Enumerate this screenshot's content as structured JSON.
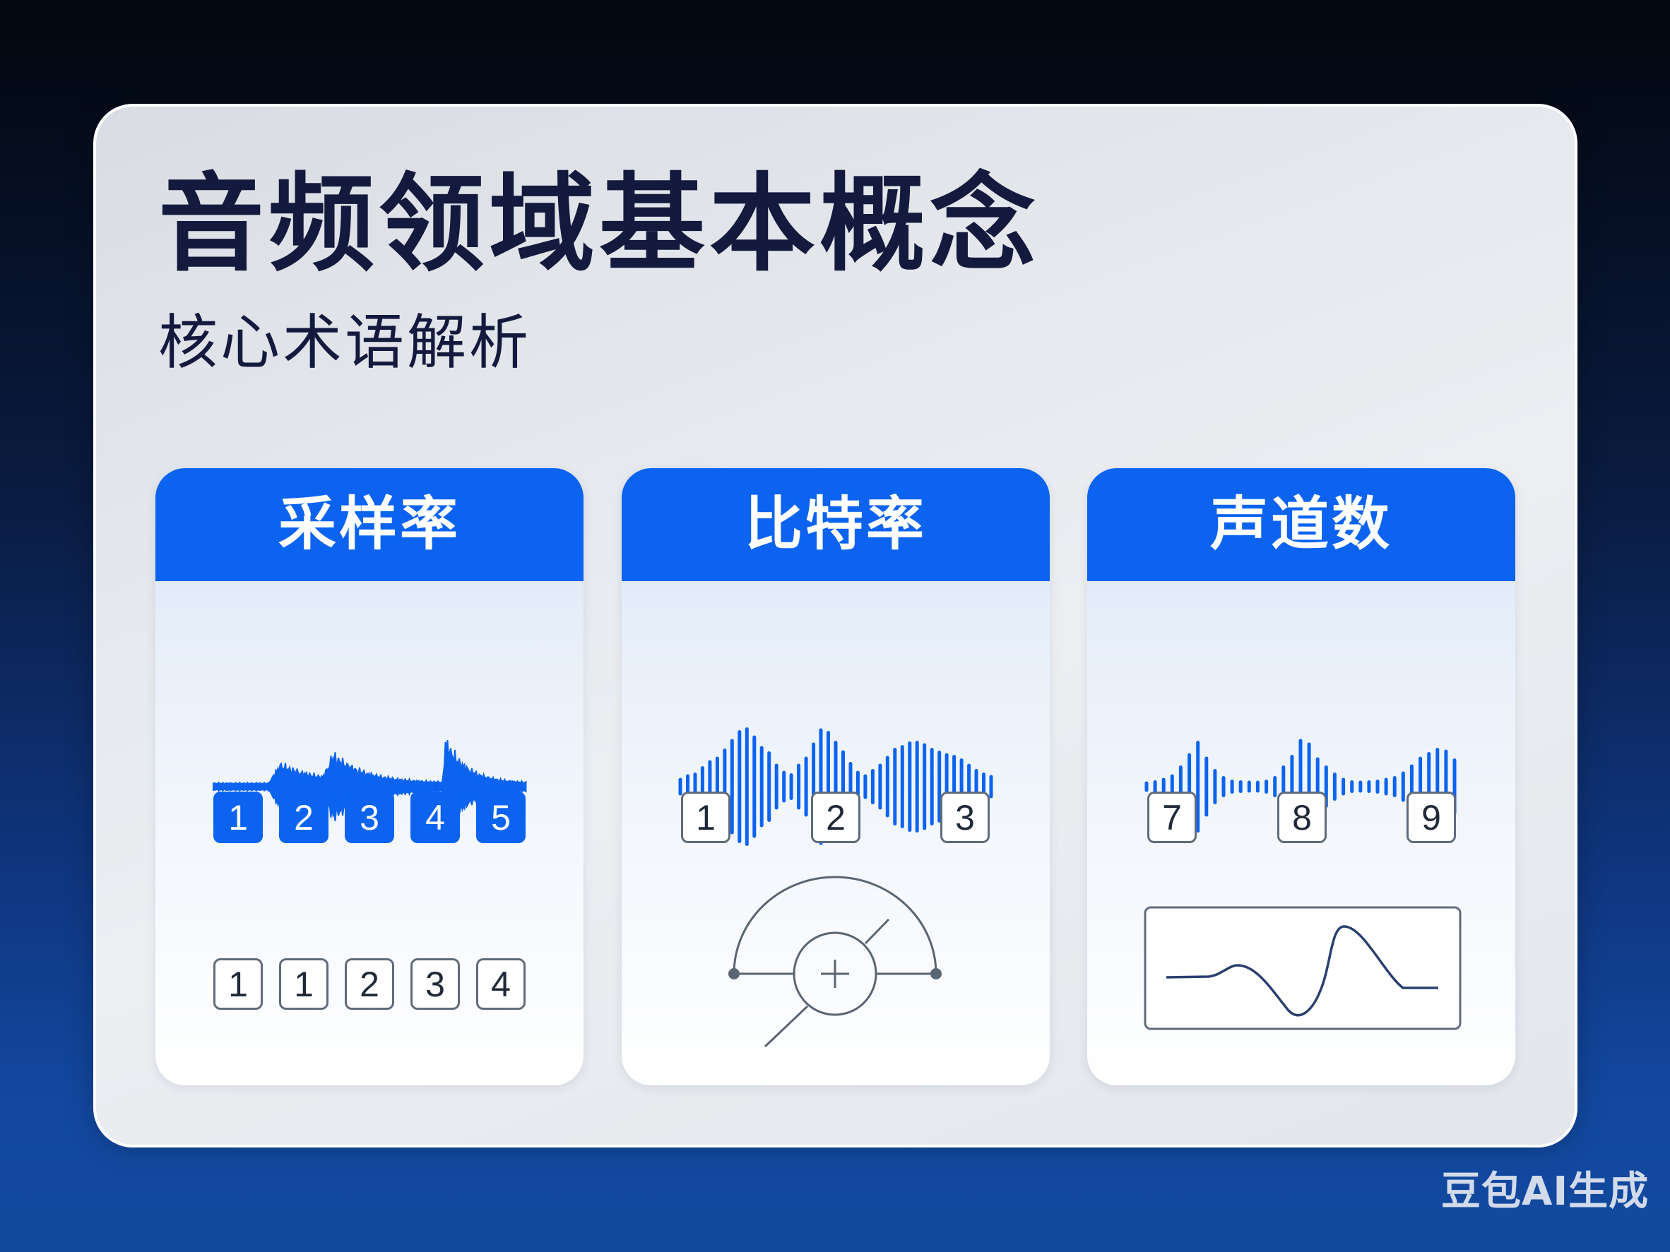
{
  "slide": {
    "title": "音频领域基本概念",
    "subtitle": "核心术语解析"
  },
  "colors": {
    "accent": "#0b63f0",
    "title_text": "#141a3d",
    "panel_bg": "#e6e9ee",
    "outline_gray": "#5f6b7d",
    "diagram_gray": "#5a6573",
    "curve_navy": "#2a3f6e"
  },
  "cards": [
    {
      "title": "采样率",
      "visual": "continuous-waveform",
      "row1": {
        "style": "filled",
        "values": [
          "1",
          "2",
          "3",
          "4",
          "5"
        ]
      },
      "row2": {
        "style": "outline",
        "values": [
          "1",
          "1",
          "2",
          "3",
          "4"
        ]
      }
    },
    {
      "title": "比特率",
      "visual": "bar-waveform",
      "bars": [
        20,
        30,
        35,
        53,
        70,
        80,
        103,
        130,
        155,
        163,
        140,
        110,
        95,
        60,
        40,
        33,
        60,
        80,
        120,
        160,
        153,
        125,
        98,
        65,
        40,
        30,
        45,
        60,
        82,
        105,
        113,
        123,
        125,
        118,
        105,
        97,
        90,
        85,
        75,
        60,
        45,
        35,
        28
      ],
      "row1": {
        "style": "outline",
        "values": [
          "1",
          "2",
          "3"
        ]
      },
      "diagram": "summing-junction-icon"
    },
    {
      "title": "声道数",
      "visual": "bar-waveform",
      "bars": [
        10,
        13,
        20,
        30,
        55,
        90,
        125,
        80,
        45,
        25,
        15,
        13,
        12,
        12,
        15,
        25,
        55,
        85,
        130,
        120,
        78,
        55,
        35,
        20,
        13,
        12,
        13,
        15,
        20,
        25,
        38,
        58,
        80,
        93,
        105,
        100,
        75
      ],
      "row1": {
        "style": "outline",
        "values": [
          "7",
          "8",
          "9"
        ]
      },
      "diagram": "signal-curve-box-icon"
    }
  ],
  "watermark": "豆包AI生成"
}
